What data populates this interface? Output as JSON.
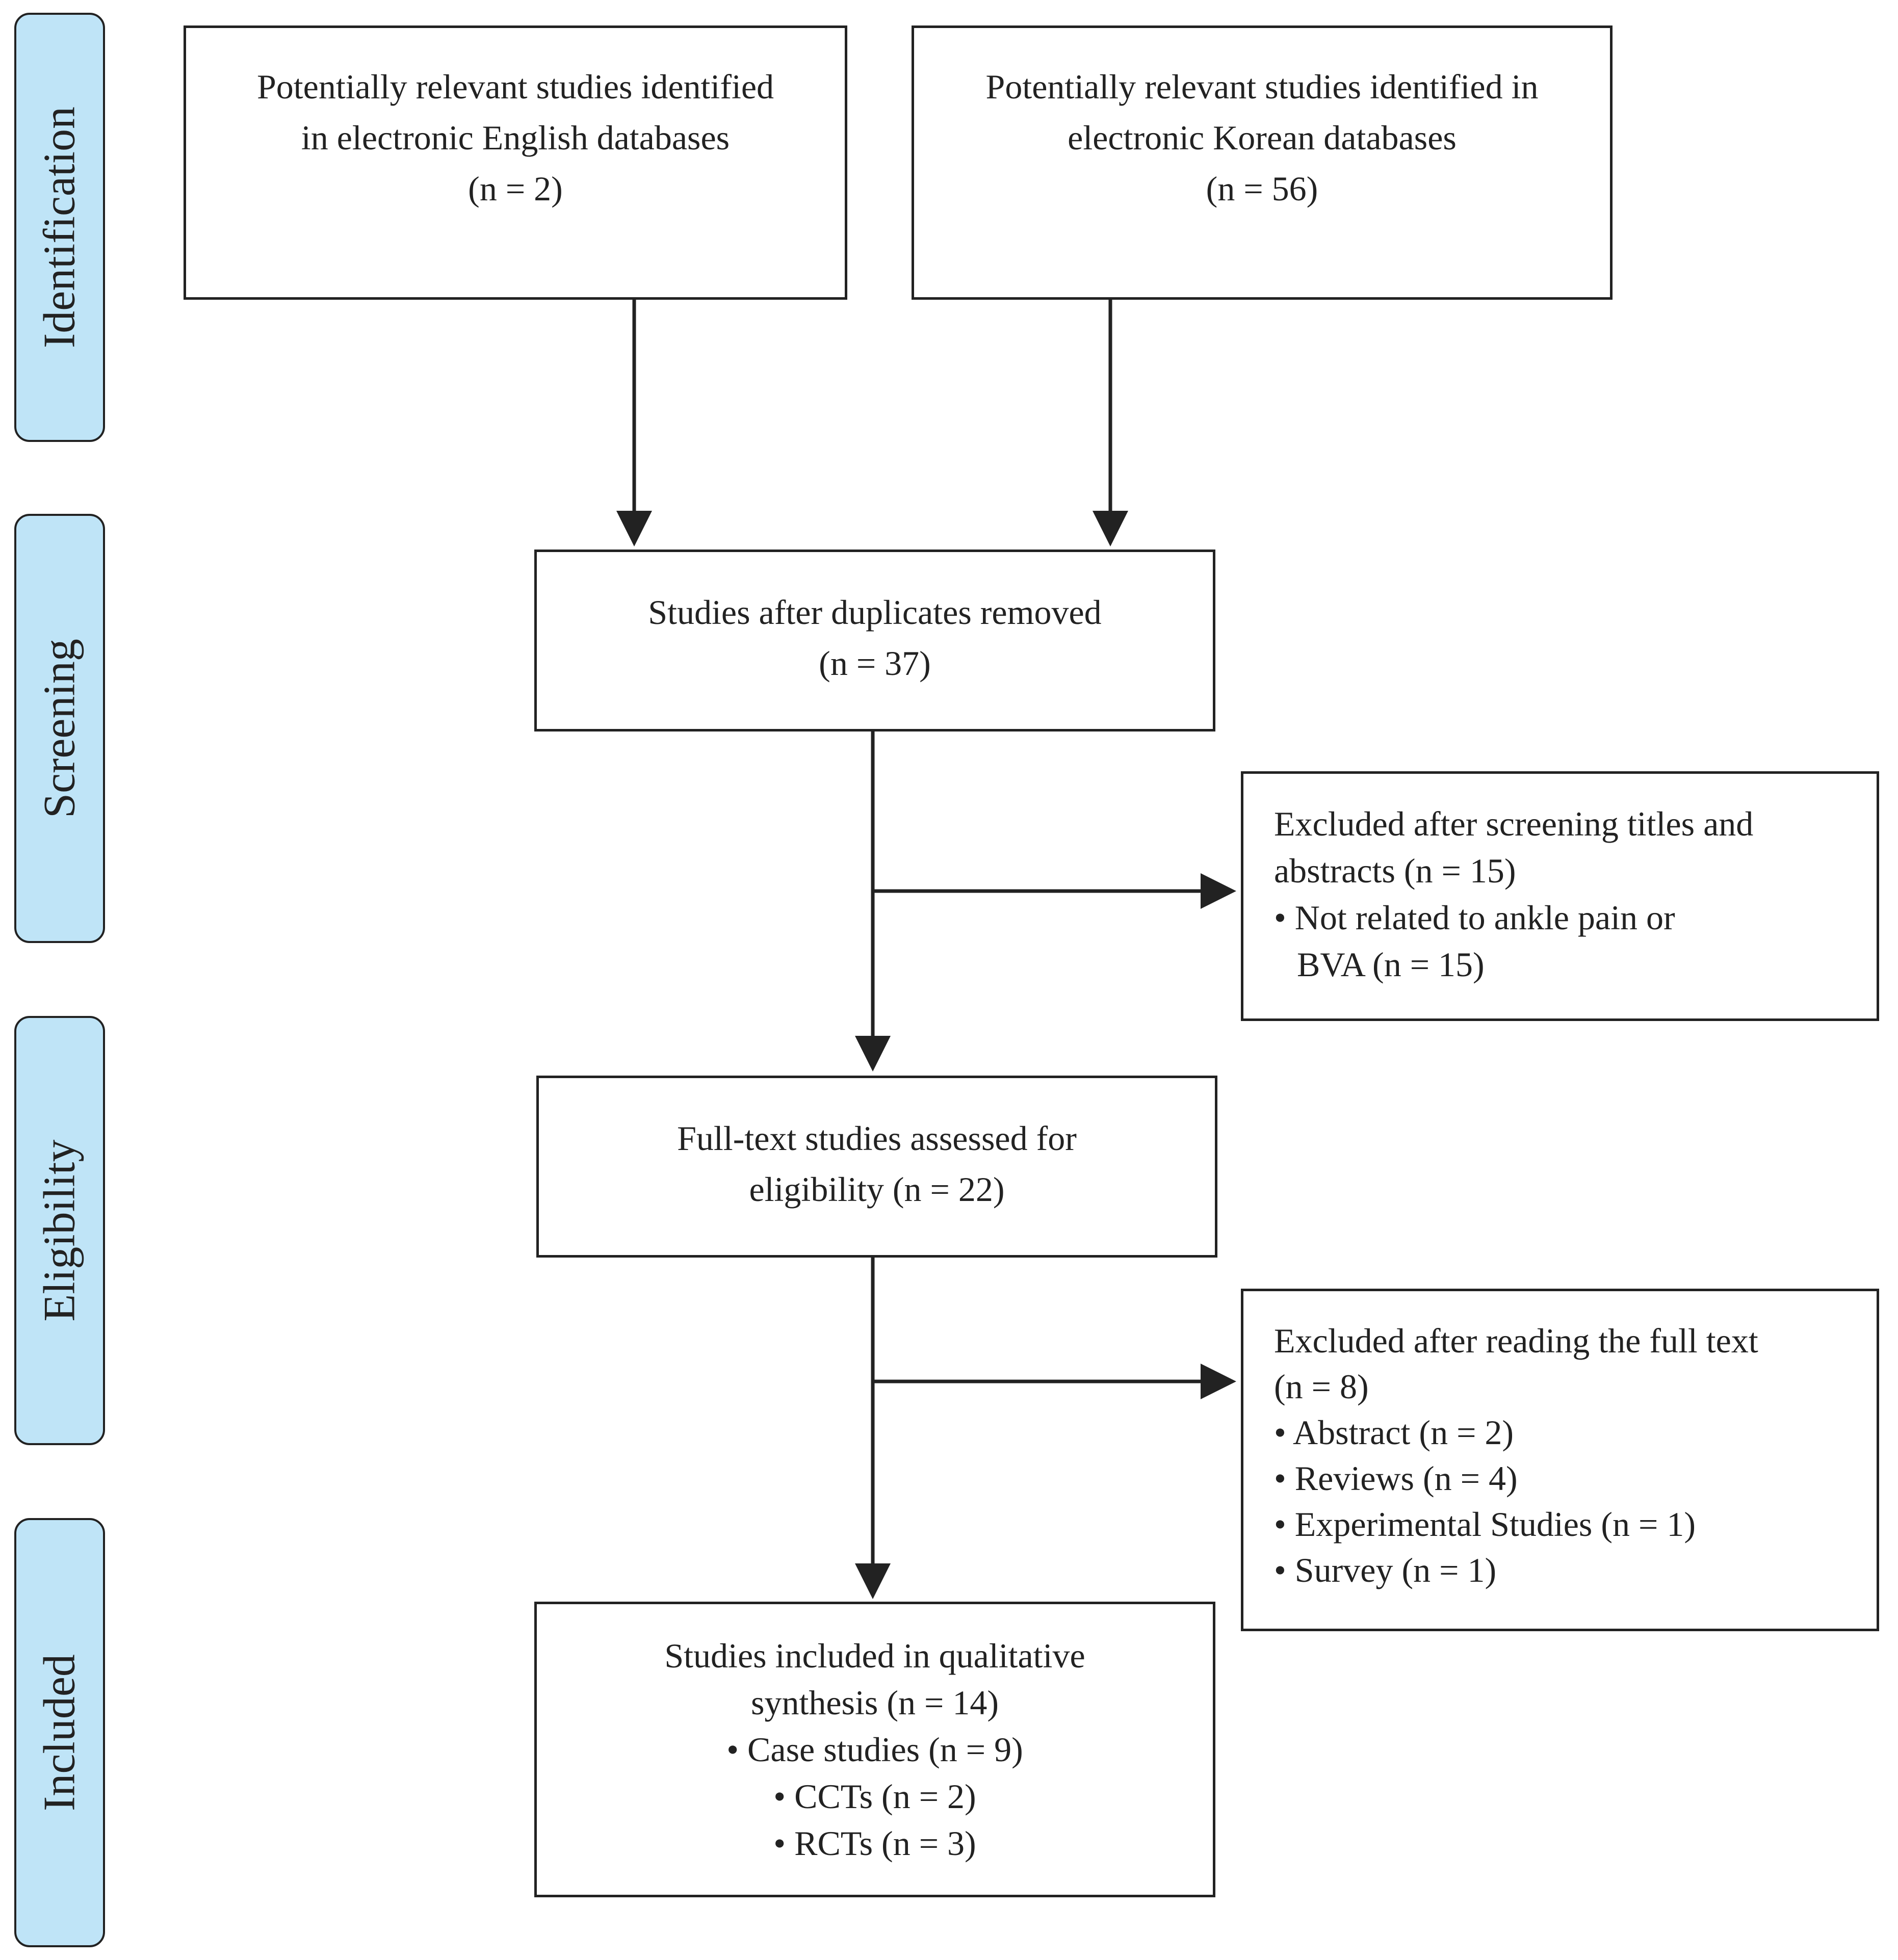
{
  "stages": [
    {
      "id": "identification",
      "label": "Identification"
    },
    {
      "id": "screening",
      "label": "Screening"
    },
    {
      "id": "eligibility",
      "label": "Eligibility"
    },
    {
      "id": "included",
      "label": "Included"
    }
  ],
  "boxes": {
    "english_db": {
      "lines": [
        "Potentially relevant studies identified",
        "in electronic English databases"
      ],
      "n_label": "(n = 2)"
    },
    "korean_db": {
      "lines": [
        "Potentially relevant studies identified in",
        "electronic Korean databases"
      ],
      "n_label": "(n = 56)"
    },
    "duplicates_removed": {
      "lines": [
        "Studies after duplicates removed"
      ],
      "n_label": "(n = 37)"
    },
    "excluded_screening": {
      "lines": [
        "Excluded after screening titles and",
        "abstracts (n = 15)",
        "• Not related to ankle pain or",
        "  BVA (n = 15)"
      ]
    },
    "full_text": {
      "lines": [
        "Full-text studies assessed for",
        "eligibility (n = 22)"
      ]
    },
    "excluded_fulltext": {
      "lines": [
        "Excluded after reading the full text",
        "(n = 8)",
        "• Abstract (n = 2)",
        "• Reviews (n = 4)",
        "• Experimental Studies (n = 1)",
        "• Survey (n = 1)"
      ]
    },
    "included": {
      "lines": [
        "Studies included in qualitative",
        "synthesis (n = 14)",
        "• Case studies (n = 9)",
        "• CCTs (n = 2)",
        "• RCTs (n = 3)"
      ]
    }
  }
}
